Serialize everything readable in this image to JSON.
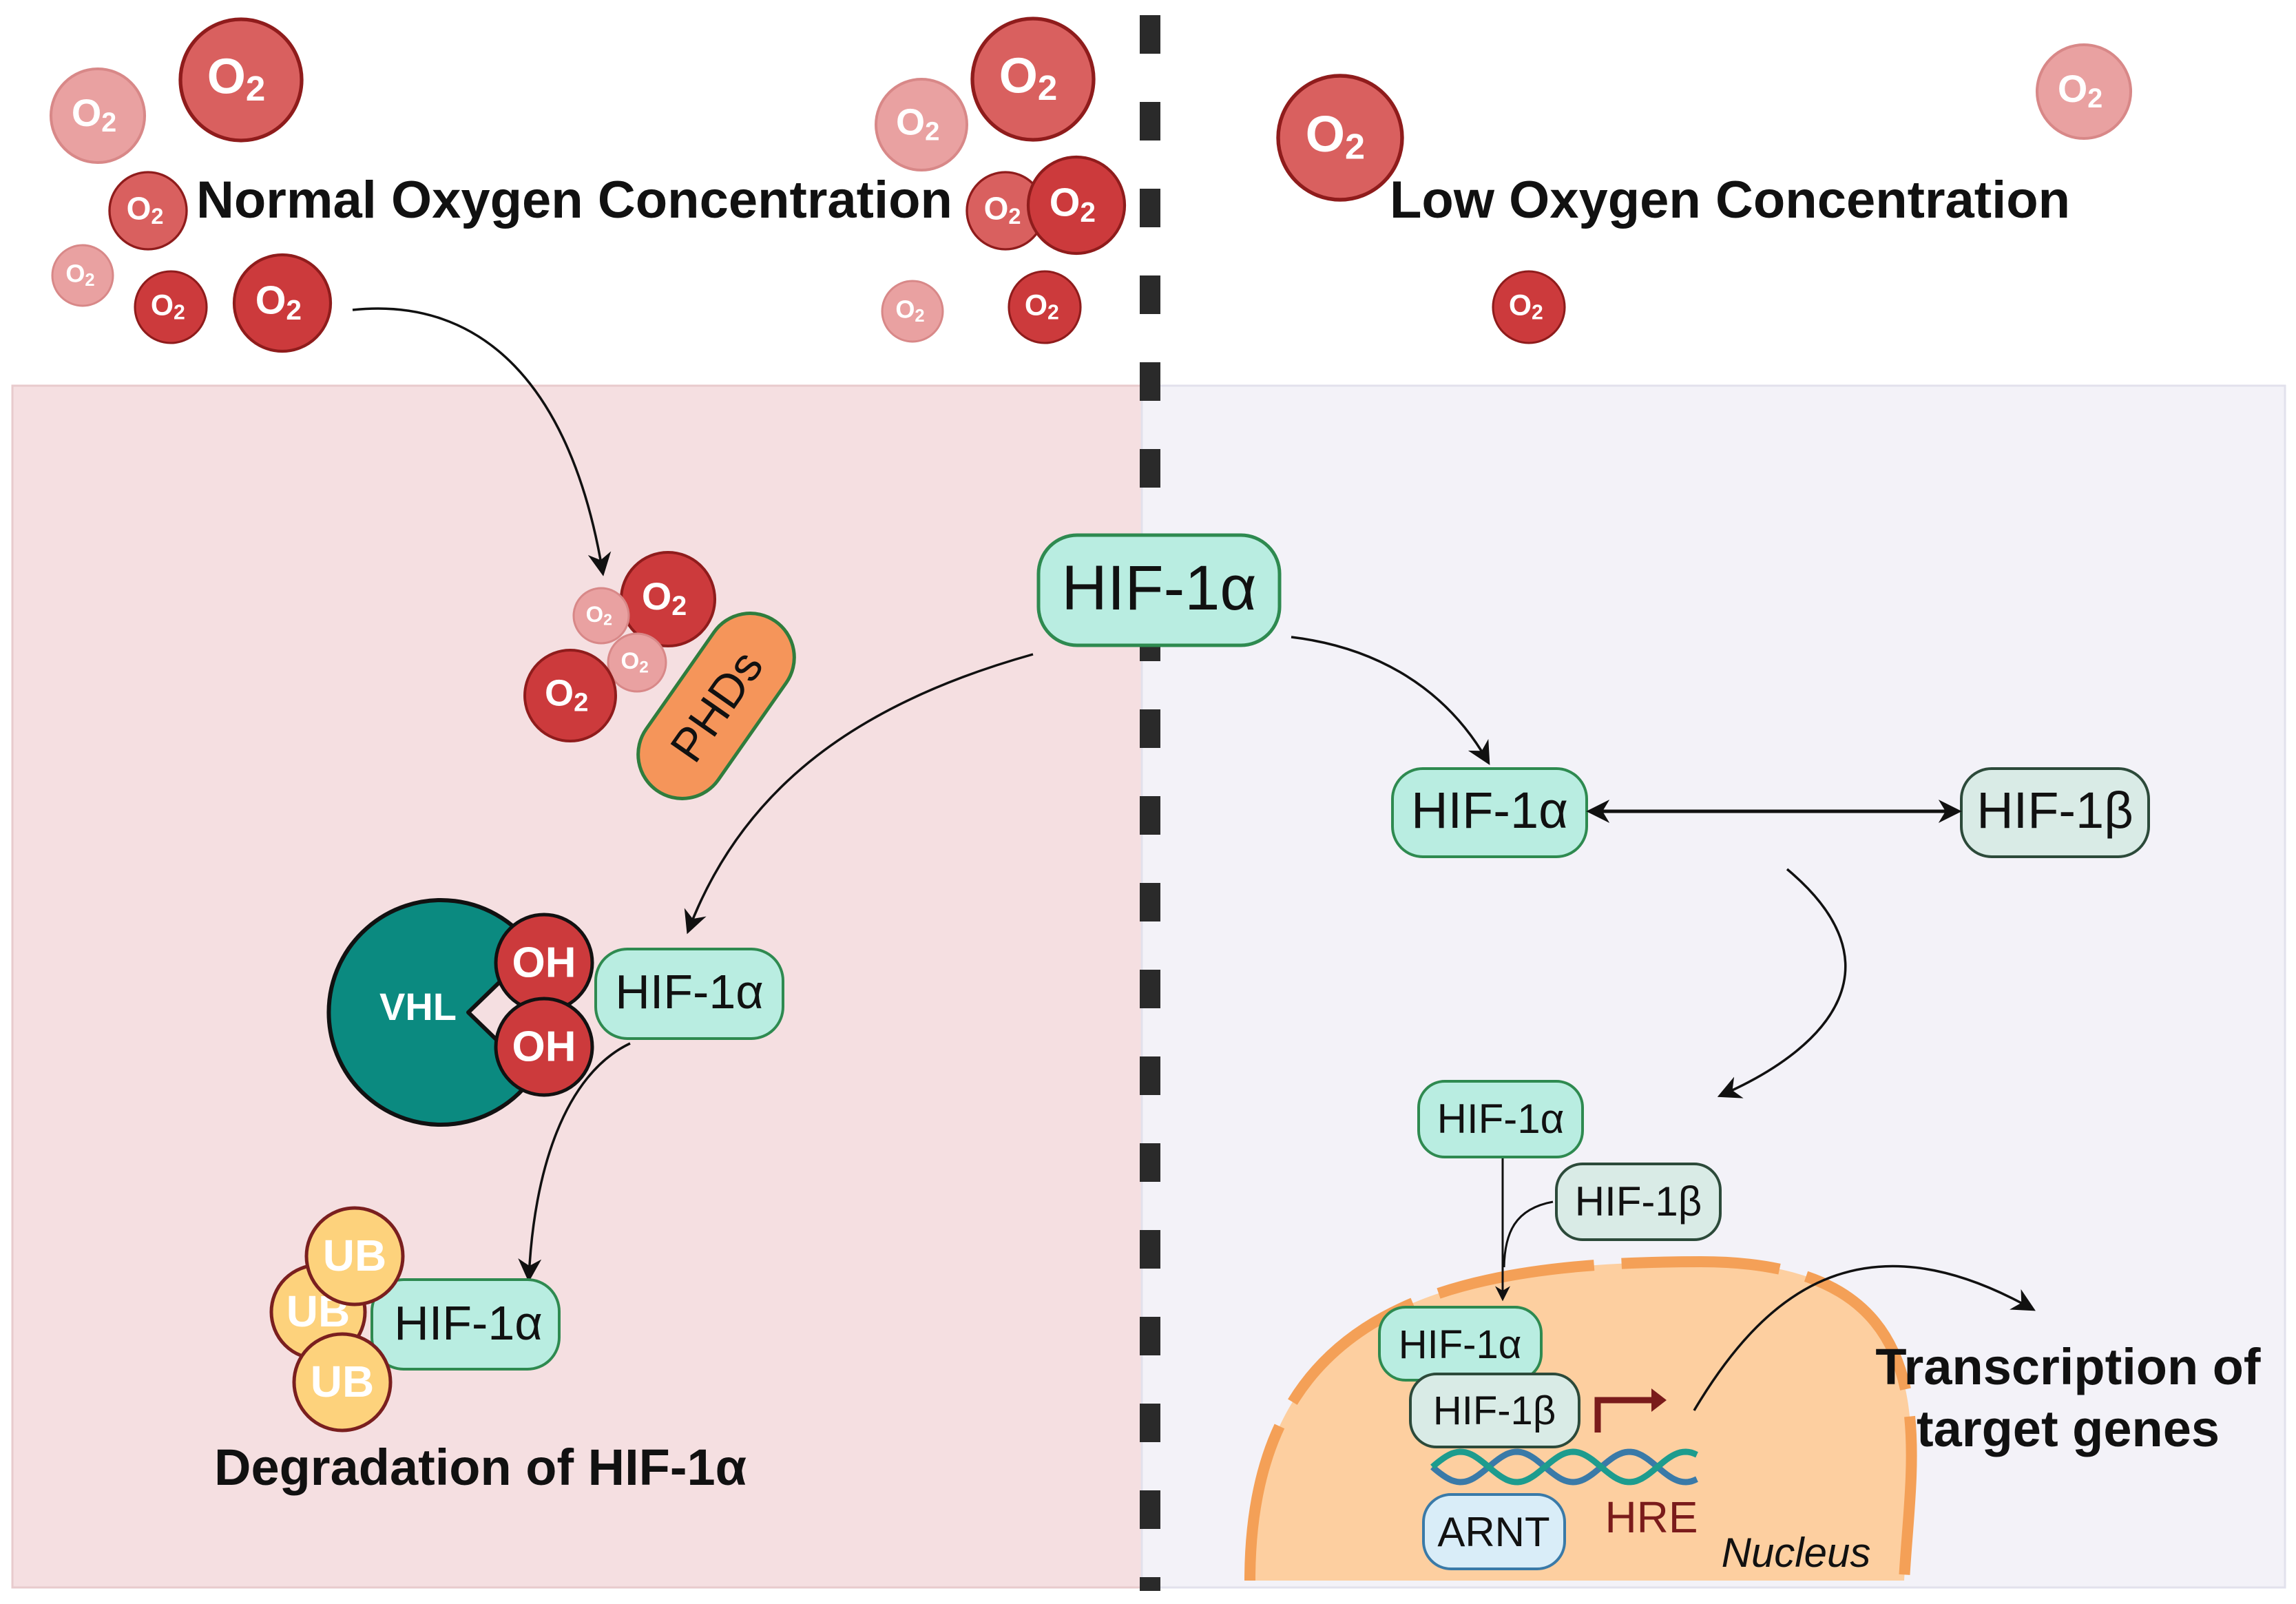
{
  "titles": {
    "normal": "Normal Oxygen Concentration",
    "low": "Low Oxygen Concentration",
    "degradation": "Degradation of HIF-1α",
    "transcription_line1": "Transcription of",
    "transcription_line2": "target genes"
  },
  "labels": {
    "o2_main": "O",
    "o2_sub": "2",
    "hif1a": "HIF-1α",
    "hif1b": "HIF-1β",
    "phds": "PHDs",
    "vhl": "VHL",
    "oh": "OH",
    "ub": "UB",
    "arnt": "ARNT",
    "hre": "HRE",
    "nucleus": "Nucleus"
  },
  "colors": {
    "normal_panel": "#f5dfe1",
    "low_panel": "#f3f2f8",
    "o2_dark": "#cc3a3c",
    "o2_mid": "#d9605f",
    "o2_light": "#e9a1a1",
    "hif_fill": "#b9ede1",
    "hif_stroke": "#2e8a50",
    "hif1b_fill": "#d9ebe6",
    "phds_fill": "#f5955a",
    "vhl_fill": "#0b8a80",
    "ub_fill": "#fdd27c",
    "nucleus_fill": "#fdcfa0",
    "nucleus_rim": "#f4a057",
    "arnt_fill": "#d9edf8",
    "hre_color": "#7a1b1b",
    "dna_a": "#3a7aa8",
    "dna_b": "#1d9c8e"
  }
}
